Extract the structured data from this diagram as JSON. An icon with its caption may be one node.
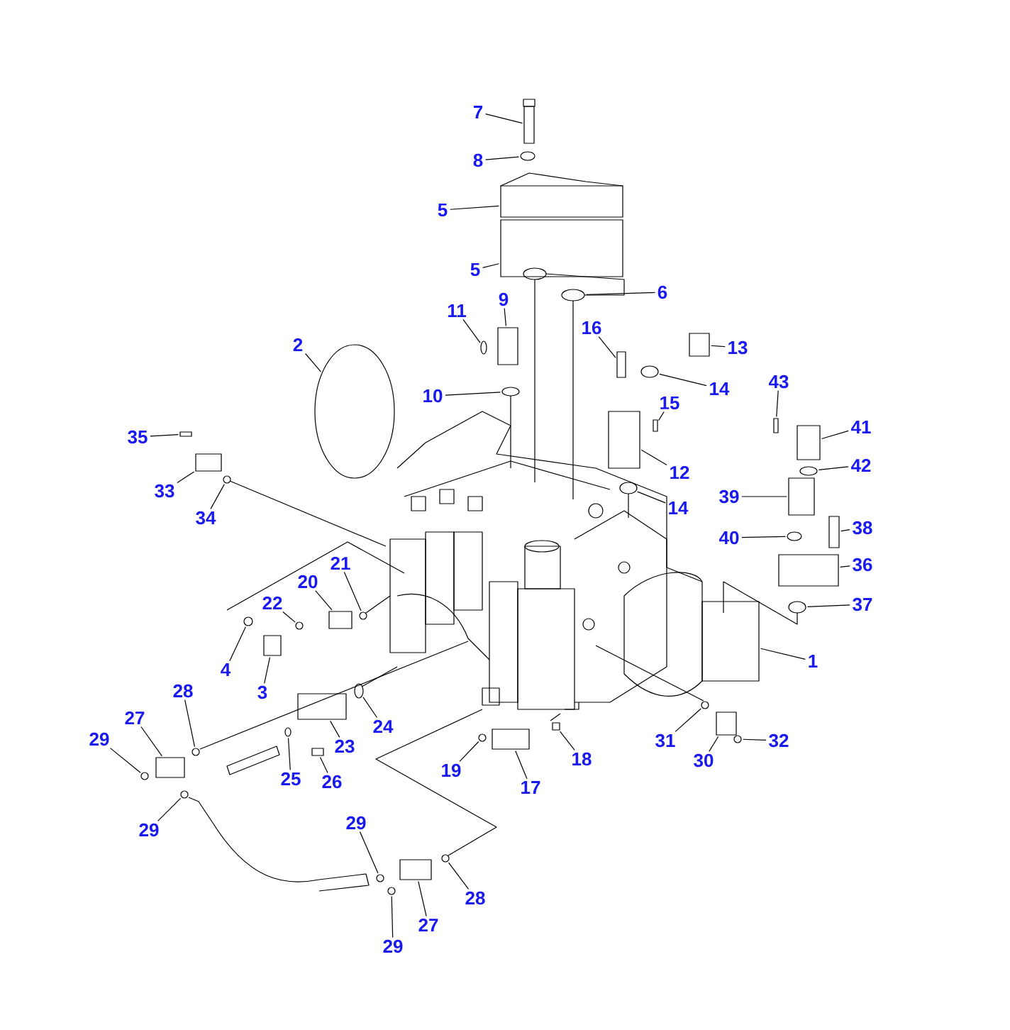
{
  "diagram": {
    "nodes": [
      {
        "text": [
          "7"
        ]
      },
      {
        "text": [
          "8"
        ]
      },
      {
        "text": [
          "5"
        ]
      },
      {
        "text": [
          "5"
        ]
      },
      {
        "text": [
          "6"
        ]
      },
      {
        "text": [
          "11"
        ]
      },
      {
        "text": [
          "9"
        ]
      },
      {
        "text": [
          "2"
        ]
      },
      {
        "text": [
          "16"
        ]
      },
      {
        "text": [
          "13"
        ]
      },
      {
        "text": [
          "10"
        ]
      },
      {
        "text": [
          "14"
        ]
      },
      {
        "text": [
          "15"
        ]
      },
      {
        "text": [
          "43"
        ]
      },
      {
        "text": [
          "41"
        ]
      },
      {
        "text": [
          "35"
        ]
      },
      {
        "text": [
          "33"
        ]
      },
      {
        "text": [
          "34"
        ]
      },
      {
        "text": [
          "12"
        ]
      },
      {
        "text": [
          "42"
        ]
      },
      {
        "text": [
          "39"
        ]
      },
      {
        "text": [
          "14"
        ]
      },
      {
        "text": [
          "38"
        ]
      },
      {
        "text": [
          "40"
        ]
      },
      {
        "text": [
          "36"
        ]
      },
      {
        "text": [
          "37"
        ]
      },
      {
        "text": [
          "21"
        ]
      },
      {
        "text": [
          "20"
        ]
      },
      {
        "text": [
          "22"
        ]
      },
      {
        "text": [
          "4"
        ]
      },
      {
        "text": [
          "3"
        ]
      },
      {
        "text": [
          "1"
        ]
      },
      {
        "text": [
          "28"
        ]
      },
      {
        "text": [
          "24"
        ]
      },
      {
        "text": [
          "23"
        ]
      },
      {
        "text": [
          "31"
        ]
      },
      {
        "text": [
          "30"
        ]
      },
      {
        "text": [
          "32"
        ]
      },
      {
        "text": [
          "29"
        ]
      },
      {
        "text": [
          "27"
        ]
      },
      {
        "text": [
          "19"
        ]
      },
      {
        "text": [
          "18"
        ]
      },
      {
        "text": [
          "25"
        ]
      },
      {
        "text": [
          "26"
        ]
      },
      {
        "text": [
          "17"
        ]
      },
      {
        "text": [
          "29"
        ]
      },
      {
        "text": [
          "29"
        ]
      },
      {
        "text": [
          "28"
        ]
      },
      {
        "text": [
          "27"
        ]
      },
      {
        "text": [
          "29"
        ]
      },
      {
        "text": [],
        "shape": "box"
      },
      {
        "text": [],
        "shape": "circle"
      },
      {
        "text": [],
        "shape": "box"
      },
      {
        "text": [],
        "shape": "box"
      },
      {
        "text": [],
        "shape": "circle"
      },
      {
        "text": [],
        "shape": "circle"
      },
      {
        "text": [],
        "shape": "box"
      },
      {
        "text": [],
        "shape": "circle"
      },
      {
        "text": [],
        "shape": "box"
      },
      {
        "text": [],
        "shape": "box"
      },
      {
        "text": [],
        "shape": "circle"
      },
      {
        "text": [],
        "shape": "circle"
      },
      {
        "text": [],
        "shape": "box"
      },
      {
        "text": [],
        "shape": "box"
      },
      {
        "text": [],
        "shape": "box"
      },
      {
        "text": [],
        "shape": "box"
      },
      {
        "text": [],
        "shape": "box"
      },
      {
        "text": [],
        "shape": "circle"
      },
      {
        "text": [],
        "shape": "box"
      },
      {
        "text": [],
        "shape": "circle"
      },
      {
        "text": [],
        "shape": "box"
      },
      {
        "text": [],
        "shape": "circle"
      },
      {
        "text": [],
        "shape": "box"
      },
      {
        "text": [],
        "shape": "circle"
      },
      {
        "text": [],
        "shape": "box"
      },
      {
        "text": [],
        "shape": "circle"
      },
      {
        "text": [],
        "shape": "circle"
      },
      {
        "text": [],
        "shape": "box"
      },
      {
        "text": [],
        "shape": "circle"
      },
      {
        "text": [],
        "shape": "circle"
      },
      {
        "text": [],
        "shape": "box"
      },
      {
        "text": [],
        "shape": "box"
      },
      {
        "text": [],
        "shape": "circle"
      },
      {
        "text": [],
        "shape": "circle"
      },
      {
        "text": [],
        "shape": "box"
      },
      {
        "text": [],
        "shape": "circle"
      },
      {
        "text": [],
        "shape": "box"
      },
      {
        "text": [],
        "shape": "circle"
      },
      {
        "text": [],
        "shape": "circle"
      },
      {
        "text": [],
        "shape": "box"
      },
      {
        "text": [],
        "shape": "circle"
      },
      {
        "text": [],
        "shape": "box"
      },
      {
        "text": [],
        "shape": "circle"
      },
      {
        "text": [],
        "shape": "box"
      },
      {
        "text": [],
        "shape": "box"
      },
      {
        "text": [],
        "shape": "circle"
      },
      {
        "text": [],
        "shape": "circle"
      },
      {
        "text": [],
        "shape": "circle"
      },
      {
        "text": [],
        "shape": "box"
      },
      {
        "text": [],
        "shape": "circle"
      }
    ],
    "edges": [
      {
        "from": 0,
        "to": 50,
        "arrow": "none"
      },
      {
        "from": 1,
        "to": 51,
        "arrow": "none"
      },
      {
        "from": 2,
        "to": 52,
        "arrow": "none"
      },
      {
        "from": 3,
        "to": 53,
        "arrow": "none"
      },
      {
        "from": 4,
        "to": 54,
        "arrow": "none"
      },
      {
        "from": 5,
        "to": 55,
        "arrow": "none"
      },
      {
        "from": 6,
        "to": 56,
        "arrow": "none"
      },
      {
        "from": 7,
        "to": 57,
        "arrow": "none"
      },
      {
        "from": 8,
        "to": 58,
        "arrow": "none"
      },
      {
        "from": 9,
        "to": 59,
        "arrow": "none"
      },
      {
        "from": 10,
        "to": 60,
        "arrow": "none"
      },
      {
        "from": 11,
        "to": 61,
        "arrow": "none"
      },
      {
        "from": 12,
        "to": 62,
        "arrow": "none"
      },
      {
        "from": 13,
        "to": 63,
        "arrow": "none"
      },
      {
        "from": 14,
        "to": 64,
        "arrow": "none"
      },
      {
        "from": 15,
        "to": 65,
        "arrow": "none"
      },
      {
        "from": 16,
        "to": 66,
        "arrow": "none"
      },
      {
        "from": 17,
        "to": 67,
        "arrow": "none"
      },
      {
        "from": 18,
        "to": 68,
        "arrow": "none"
      },
      {
        "from": 19,
        "to": 69,
        "arrow": "none"
      },
      {
        "from": 20,
        "to": 70,
        "arrow": "none"
      },
      {
        "from": 21,
        "to": 71,
        "arrow": "none"
      },
      {
        "from": 22,
        "to": 72,
        "arrow": "none"
      },
      {
        "from": 23,
        "to": 73,
        "arrow": "none"
      },
      {
        "from": 24,
        "to": 74,
        "arrow": "none"
      },
      {
        "from": 25,
        "to": 75,
        "arrow": "none"
      },
      {
        "from": 26,
        "to": 76,
        "arrow": "none"
      },
      {
        "from": 27,
        "to": 77,
        "arrow": "none"
      },
      {
        "from": 28,
        "to": 78,
        "arrow": "none"
      },
      {
        "from": 29,
        "to": 79,
        "arrow": "none"
      },
      {
        "from": 30,
        "to": 80,
        "arrow": "none"
      },
      {
        "from": 31,
        "to": 81,
        "arrow": "none"
      },
      {
        "from": 32,
        "to": 82,
        "arrow": "none"
      },
      {
        "from": 33,
        "to": 83,
        "arrow": "none"
      },
      {
        "from": 34,
        "to": 84,
        "arrow": "none"
      },
      {
        "from": 35,
        "to": 85,
        "arrow": "none"
      },
      {
        "from": 36,
        "to": 86,
        "arrow": "none"
      },
      {
        "from": 37,
        "to": 87,
        "arrow": "none"
      },
      {
        "from": 38,
        "to": 88,
        "arrow": "none"
      },
      {
        "from": 39,
        "to": 89,
        "arrow": "none"
      },
      {
        "from": 40,
        "to": 90,
        "arrow": "none"
      },
      {
        "from": 41,
        "to": 91,
        "arrow": "none"
      },
      {
        "from": 42,
        "to": 92,
        "arrow": "none"
      },
      {
        "from": 43,
        "to": 93,
        "arrow": "none"
      },
      {
        "from": 44,
        "to": 94,
        "arrow": "none"
      },
      {
        "from": 45,
        "to": 95,
        "arrow": "none"
      },
      {
        "from": 46,
        "to": 96,
        "arrow": "none"
      },
      {
        "from": 47,
        "to": 97,
        "arrow": "none"
      },
      {
        "from": 48,
        "to": 98,
        "arrow": "none"
      },
      {
        "from": 49,
        "to": 99,
        "arrow": "none"
      }
    ]
  }
}
